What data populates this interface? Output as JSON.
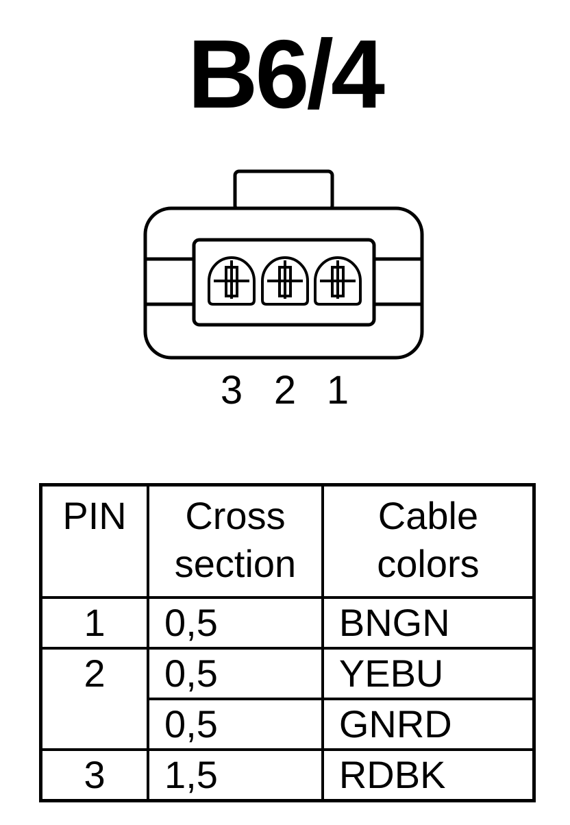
{
  "title": "B6/4",
  "connector": {
    "pin_labels": [
      "3",
      "2",
      "1"
    ]
  },
  "table": {
    "headers": {
      "pin": "PIN",
      "cross_section_line1": "Cross",
      "cross_section_line2": "section",
      "cable_colors_line1": "Cable",
      "cable_colors_line2": "colors"
    },
    "rows": [
      {
        "pin": "1",
        "cross_section": "0,5",
        "cable_color": "BNGN"
      },
      {
        "pin": "2",
        "cross_section": "0,5",
        "cable_color": "YEBU"
      },
      {
        "pin": "",
        "cross_section": "0,5",
        "cable_color": "GNRD"
      },
      {
        "pin": "3",
        "cross_section": "1,5",
        "cable_color": "RDBK"
      }
    ]
  }
}
